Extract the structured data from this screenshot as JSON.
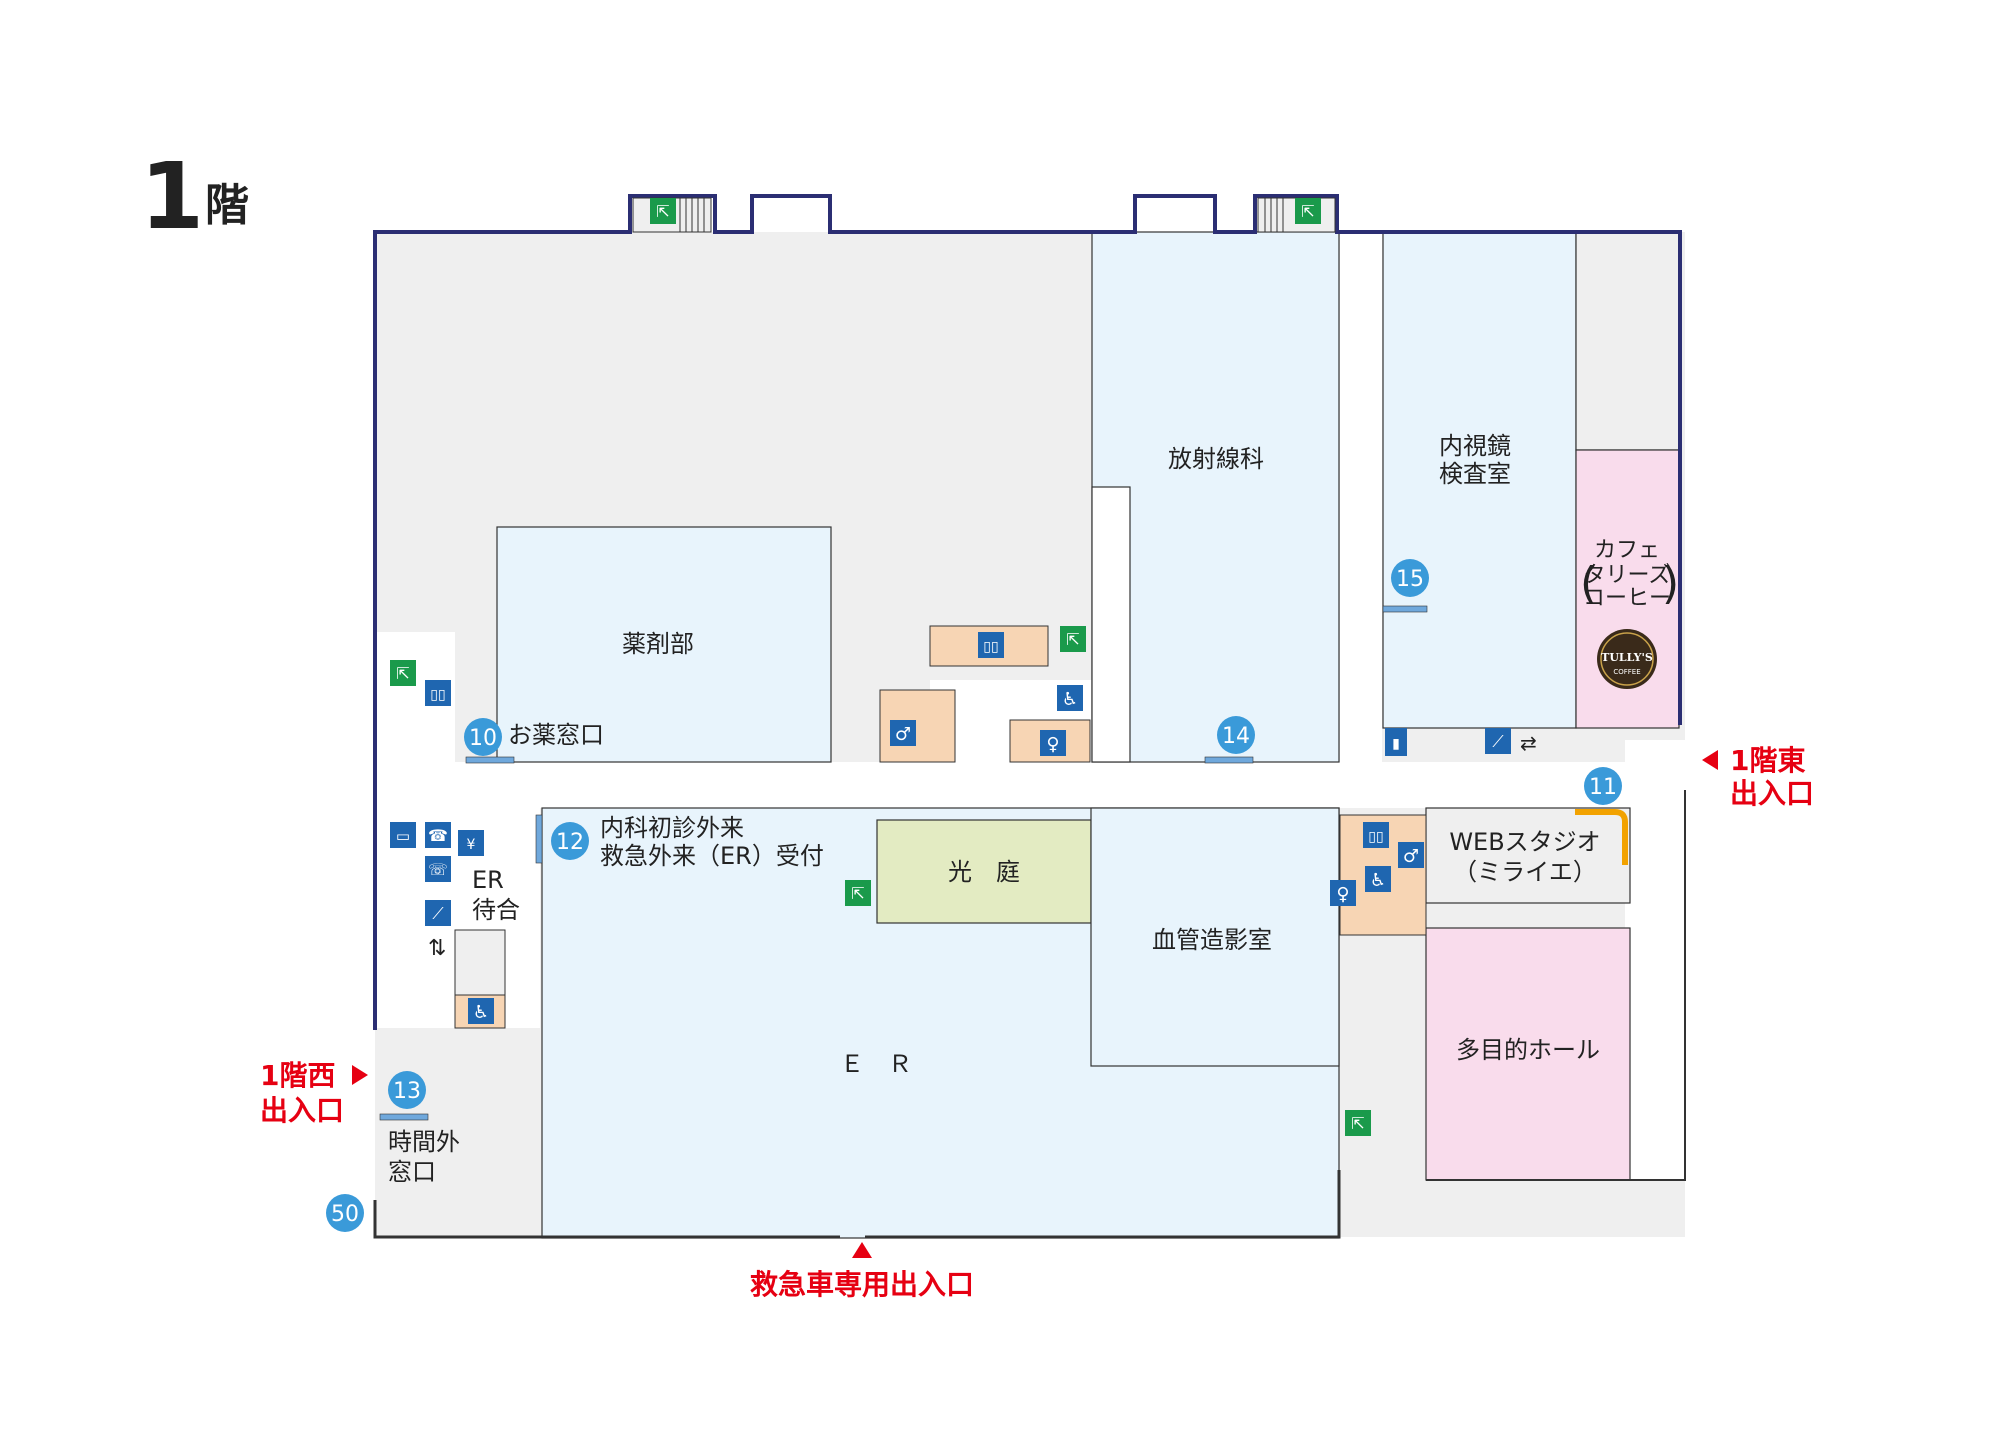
{
  "floor": {
    "number": "1",
    "kanji": "階"
  },
  "rooms": {
    "pharmacy": "薬剤部",
    "radiology": "放射線科",
    "endoscopy_1": "内視鏡",
    "endoscopy_2": "検査室",
    "cafe_1": "カフェ",
    "cafe_2": "タリーズ",
    "cafe_3": "コーヒー",
    "courtyard": "光　庭",
    "angio": "血管造影室",
    "er": "Ｅ　Ｒ",
    "web_studio_1": "WEBスタジオ",
    "web_studio_2": "（ミライエ）",
    "hall": "多目的ホール",
    "er_wait_1": "ER",
    "er_wait_2": "待合",
    "internal_1": "内科初診外来",
    "internal_2": "救急外来（ER）受付",
    "medicine_window": "お薬窓口",
    "after_hours_1": "時間外",
    "after_hours_2": "窓口"
  },
  "markers": [
    "10",
    "11",
    "12",
    "13",
    "14",
    "15",
    "50"
  ],
  "entrances": {
    "east_1": "1階東",
    "east_2": "出入口",
    "west_1": "1階西",
    "west_2": "出入口",
    "ambulance": "救急車専用出入口"
  },
  "cafe_logo": {
    "line1": "TULLY'S",
    "line2": "COFFEE"
  },
  "colors": {
    "wall": "#2b2e73",
    "room_blue": "#e8f4fc",
    "room_gray": "#efefef",
    "room_pink": "#f9dcec",
    "courtyard": "#e3ebc2",
    "facility": "#f7d5b4",
    "marker": "#3a9ad9",
    "icon_blue": "#1f66b0",
    "exit_green": "#1a9a4b",
    "red": "#e60012",
    "orange": "#f2a200"
  },
  "icons": [
    "elevator-icon",
    "restroom-male-icon",
    "restroom-female-icon",
    "wheelchair-icon",
    "emergency-exit-icon",
    "escalator-icon",
    "public-phone-icon",
    "tv-icon",
    "atm-icon",
    "baby-bottle-icon"
  ]
}
